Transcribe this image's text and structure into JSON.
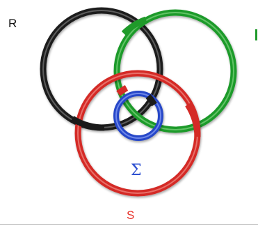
{
  "labels": {
    "r": "R",
    "s": "S",
    "sigma": "Σ"
  },
  "rings": [
    {
      "name": "black-ring",
      "color": "#1a1a1a"
    },
    {
      "name": "green-ring",
      "color": "#1f9a2a"
    },
    {
      "name": "red-ring",
      "color": "#d42a26"
    },
    {
      "name": "blue-ring",
      "color": "#2646c8"
    }
  ],
  "colors": {
    "s_label": "#e8322a",
    "sigma_label": "#2c4fd0",
    "edge_mark": "#1f9a2a"
  }
}
